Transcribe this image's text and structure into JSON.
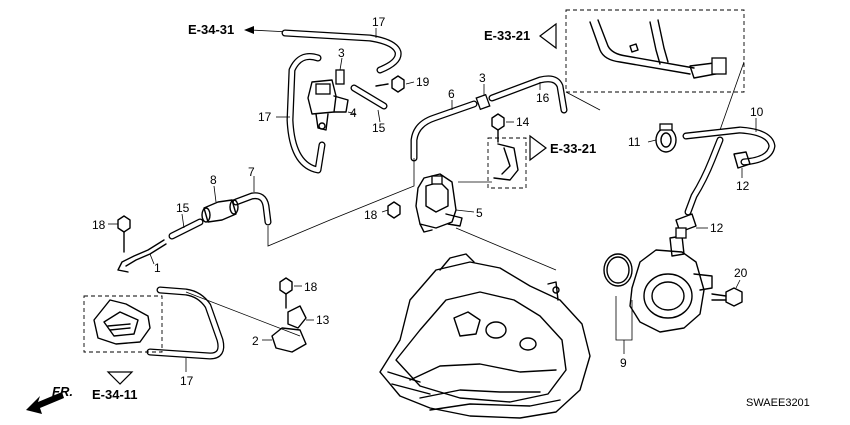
{
  "labels": {
    "p1": "1",
    "p2": "2",
    "p3a": "3",
    "p3b": "3",
    "p4": "4",
    "p5": "5",
    "p6": "6",
    "p7": "7",
    "p8": "8",
    "p9": "9",
    "p10": "10",
    "p11": "11",
    "p12a": "12",
    "p12b": "12",
    "p13": "13",
    "p14": "14",
    "p15a": "15",
    "p15b": "15",
    "p16": "16",
    "p17a": "17",
    "p17b": "17",
    "p17c": "17",
    "p18a": "18",
    "p18b": "18",
    "p18c": "18",
    "p19": "19",
    "p20": "20"
  },
  "refs": {
    "e3431": "E-34-31",
    "e3321a": "E-33-21",
    "e3321b": "E-33-21",
    "e3411": "E-34-11"
  },
  "front_label": "FR.",
  "diagram_code": "SWAEE3201"
}
